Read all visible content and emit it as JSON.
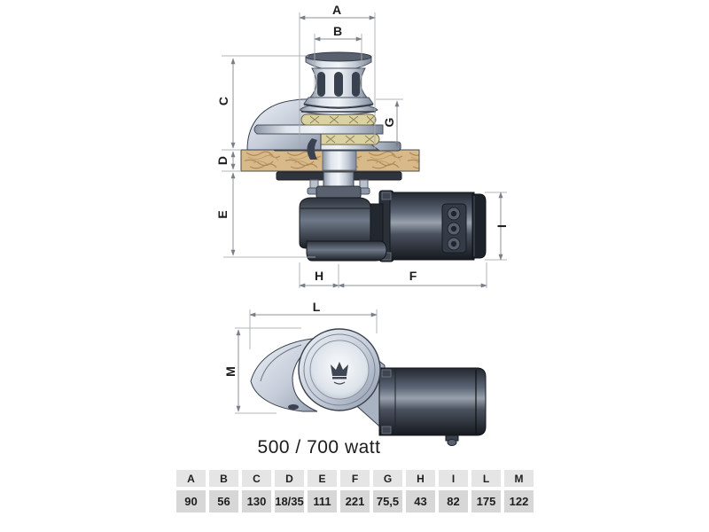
{
  "power_label": "500 / 700 watt",
  "front_view": {
    "dim_labels": {
      "A": "A",
      "B": "B",
      "C": "C",
      "D": "D",
      "E": "E",
      "G": "G",
      "H": "H",
      "F": "F",
      "I": "I"
    }
  },
  "top_view": {
    "dim_labels": {
      "L": "L",
      "M": "M"
    }
  },
  "dimensions_table": {
    "columns": [
      {
        "label": "A",
        "value": "90"
      },
      {
        "label": "B",
        "value": "56"
      },
      {
        "label": "C",
        "value": "130"
      },
      {
        "label": "D",
        "value": "18/35"
      },
      {
        "label": "E",
        "value": "111"
      },
      {
        "label": "F",
        "value": "221"
      },
      {
        "label": "G",
        "value": "75,5"
      },
      {
        "label": "H",
        "value": "43"
      },
      {
        "label": "I",
        "value": "82"
      },
      {
        "label": "L",
        "value": "175"
      },
      {
        "label": "M",
        "value": "122"
      }
    ]
  },
  "colors": {
    "metal_light": "#f2f5f8",
    "metal_dark": "#7e8898",
    "motor_dark": "#15181e",
    "chain": "#dbd2a2",
    "deck_wood": "#d8ba8a",
    "dimension_line": "#8d9298",
    "table_header_bg": "#e5e5e5",
    "table_value_bg": "#d7d7d7"
  }
}
